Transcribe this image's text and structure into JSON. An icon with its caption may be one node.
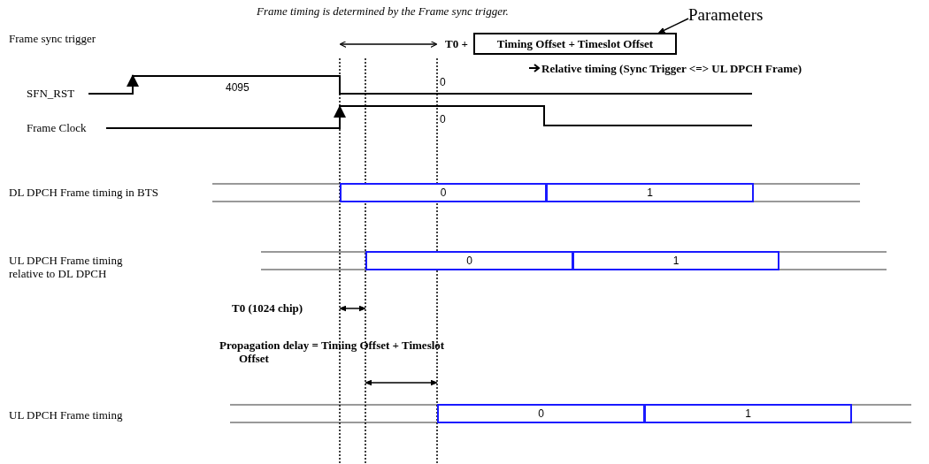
{
  "diagram": {
    "title": "Frame timing is determined by the Frame sync trigger.",
    "nodes": [
      {
        "text": [
          "Timing Offset + Timeslot Offset"
        ]
      },
      {
        "text": [
          "Parameters"
        ]
      },
      {
        "text": [
          "0"
        ]
      },
      {
        "text": [
          "1"
        ]
      },
      {
        "text": [
          "0"
        ]
      },
      {
        "text": [
          "1"
        ]
      },
      {
        "text": [
          "0"
        ]
      },
      {
        "text": [
          "1"
        ]
      }
    ],
    "edges": [
      {
        "from": 1,
        "to": 0,
        "arrow": "to"
      }
    ],
    "labels": [
      "Frame sync trigger",
      "T0 +",
      "Relative timing (Sync Trigger <=> UL DPCH Frame)",
      "SFN_RST",
      "4095",
      "0",
      "Frame Clock",
      "0",
      "DL DPCH Frame timing in BTS",
      "UL DPCH Frame timing relative to DL DPCH",
      "T0 (1024 chip)",
      "Propagation delay = Timing Offset + Timeslot Offset",
      "UL DPCH Frame timing"
    ]
  }
}
